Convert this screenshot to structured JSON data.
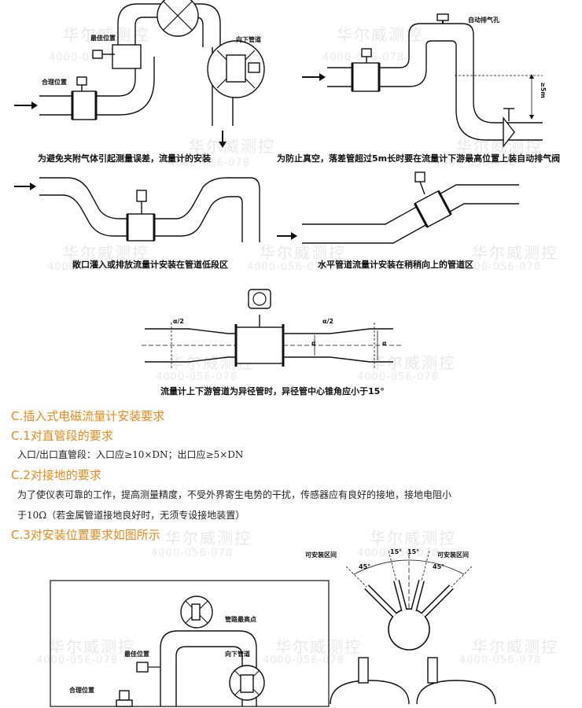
{
  "labels": {
    "best_position": "最佳位置",
    "reasonable_position": "合理位置",
    "downward_pipe": "向下管道",
    "auto_vent_hole": "自动排气孔",
    "distance_mark": "≥5m",
    "half_angle": "α/2",
    "alpha": "α",
    "installable_zone_left": "可安装区间",
    "installable_zone_right": "可安装区间",
    "angle_45_left": "45°",
    "angle_15_left": "15°",
    "angle_15_right": "15°",
    "angle_45_right": "45°",
    "pipe_highest_point": "管路最高点",
    "best_position_2": "最佳位置",
    "downward_pipe_2": "向下管道",
    "reasonable_position_2": "合理位置"
  },
  "captions": {
    "fig1": "为避免夹附气体引起测量误差，流量计的安装",
    "fig2": "为防止真空，落差管超过5m长时要在流量计下游最高位置上装自动排气阀",
    "fig3": "敞口灌入或排放流量计安装在管道低段区",
    "fig4": "水平管道流量计安装在稍稍向上的管道区",
    "fig5": "流量计上下游管道为异径管时，异径管中心锥角应小于15°"
  },
  "sections": {
    "c_title": "C.插入式电磁流量计安装要求",
    "c1_title": "C.1对直管段的要求",
    "c1_text": "入口/出口直管段：入口应≥10×DN；出口应≥5×DN",
    "c2_title": "C.2对接地的要求",
    "c2_text_1": "为了使仪表可靠的工作，提高测量精度，不受外界寄生电势的干扰，传感器应有良好的接地，接地电阻小",
    "c2_text_2": "于10Ω（若金属管道接地良好时，无须专设接地装置）",
    "c3_title": "C.3对安装位置要求如图所示"
  },
  "watermark": {
    "brand": "华尔威测控",
    "phone": "4000-056-078"
  }
}
